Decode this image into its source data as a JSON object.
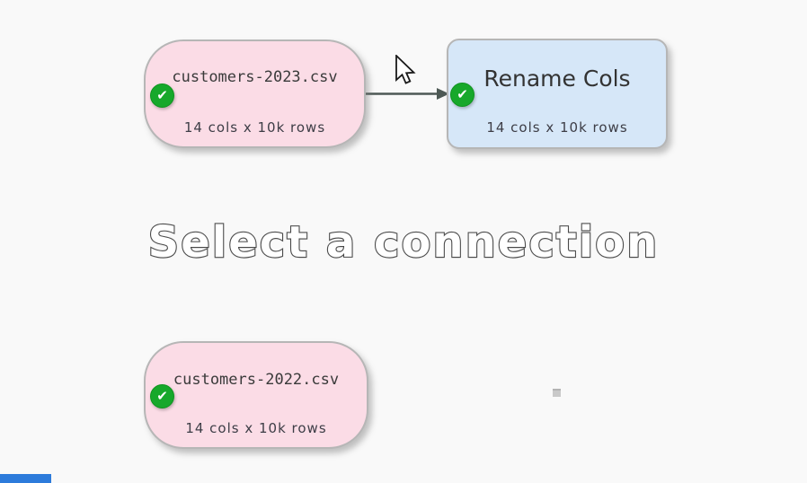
{
  "canvas": {
    "watermark": "Select a connection",
    "background_color": "#f9f9f9"
  },
  "nodes": [
    {
      "title": "customers-2023.csv",
      "subtitle": "14 cols x 10k rows",
      "type": "input",
      "status_icon": "check-icon",
      "fill_color": "#fbdce6"
    },
    {
      "title": "Rename Cols",
      "subtitle": "14 cols x 10k rows",
      "type": "transform",
      "status_icon": "check-icon",
      "fill_color": "#d6e7f8"
    },
    {
      "title": "customers-2022.csv",
      "subtitle": "14 cols x 10k rows",
      "type": "input",
      "status_icon": "check-icon",
      "fill_color": "#fbdce6"
    }
  ],
  "connection": {
    "from": "customers-2023.csv",
    "to": "Rename Cols",
    "color": "#4d5955"
  },
  "icons": {
    "check": "check-icon",
    "cursor": "mouse-pointer-icon"
  },
  "colors": {
    "status_green": "#17a82b",
    "node_border": "#b6b6b6",
    "watermark_outline": "#4e4e4e",
    "progress_blue": "#2d7bdb",
    "handle_gray": "#c9c9c9"
  }
}
